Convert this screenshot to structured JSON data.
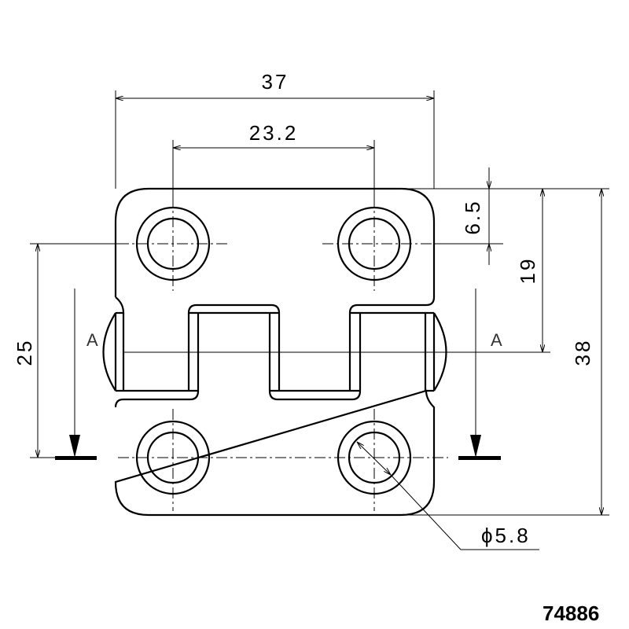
{
  "dimensions": {
    "overall_width": "37",
    "hole_spacing_x": "23.2",
    "hole_offset_top": "6.5",
    "pin_from_top": "19",
    "overall_height": "38",
    "hole_spacing_y": "25",
    "hole_diameter": "ϕ5.8"
  },
  "section_labels": {
    "left": "A",
    "right": "A"
  },
  "part_number": "74886"
}
